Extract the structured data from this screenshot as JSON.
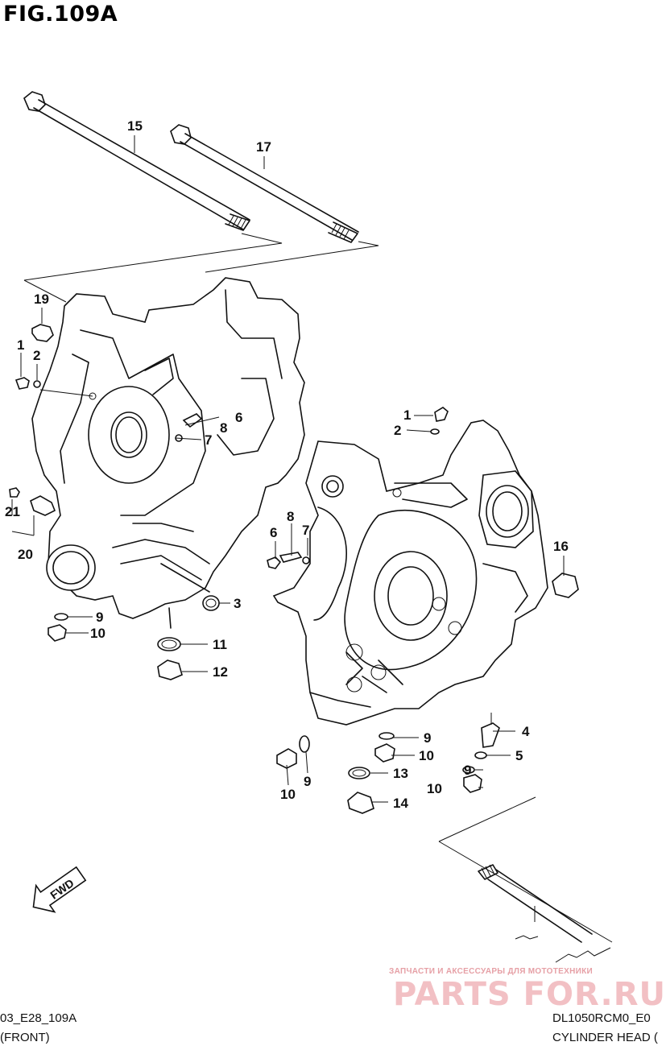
{
  "figure": {
    "title": "FIG.109A"
  },
  "callouts": [
    {
      "id": "c15",
      "text": "15"
    },
    {
      "id": "c17",
      "text": "17"
    },
    {
      "id": "c19",
      "text": "19"
    },
    {
      "id": "c1a",
      "text": "1"
    },
    {
      "id": "c2a",
      "text": "2"
    },
    {
      "id": "c6a",
      "text": "6"
    },
    {
      "id": "c8a",
      "text": "8"
    },
    {
      "id": "c7a",
      "text": "7"
    },
    {
      "id": "c21",
      "text": "21"
    },
    {
      "id": "c20",
      "text": "20"
    },
    {
      "id": "c3",
      "text": "3"
    },
    {
      "id": "c9a",
      "text": "9"
    },
    {
      "id": "c10a",
      "text": "10"
    },
    {
      "id": "c11",
      "text": "11"
    },
    {
      "id": "c12",
      "text": "12"
    },
    {
      "id": "c1b",
      "text": "1"
    },
    {
      "id": "c2b",
      "text": "2"
    },
    {
      "id": "c8b",
      "text": "8"
    },
    {
      "id": "c6b",
      "text": "6"
    },
    {
      "id": "c7b",
      "text": "7"
    },
    {
      "id": "c16",
      "text": "16"
    },
    {
      "id": "c4",
      "text": "4"
    },
    {
      "id": "c5",
      "text": "5"
    },
    {
      "id": "c9b",
      "text": "9"
    },
    {
      "id": "c10b",
      "text": "10"
    },
    {
      "id": "c9c",
      "text": "9"
    },
    {
      "id": "c10c",
      "text": "10"
    },
    {
      "id": "c13",
      "text": "13"
    },
    {
      "id": "c14",
      "text": "14"
    },
    {
      "id": "c9d",
      "text": "9"
    },
    {
      "id": "c10d",
      "text": "10"
    }
  ],
  "fwd_label": "FWD",
  "footer": {
    "left_code": "03_E28_109A",
    "left_label": "(FRONT)",
    "right_code": "DL1050RCM0_E0",
    "right_label": "CYLINDER HEAD ("
  },
  "watermark": {
    "top": "ЗАПЧАСТИ И АКСЕССУАРЫ ДЛЯ МОТОТЕХНИКИ",
    "brand": "PARTS FOR.RU"
  }
}
